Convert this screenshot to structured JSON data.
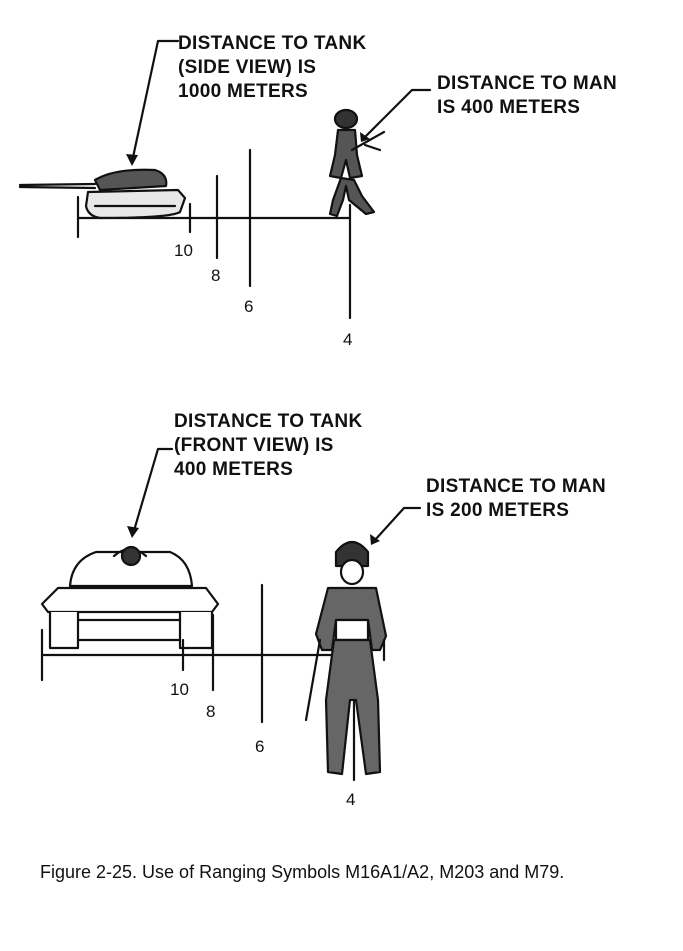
{
  "colors": {
    "ink": "#111111",
    "paper": "#ffffff",
    "shade": "#555555"
  },
  "top_panel": {
    "tank_callout": [
      "DISTANCE TO TANK",
      "(SIDE VIEW) IS",
      "1000 METERS"
    ],
    "man_callout": [
      "DISTANCE TO MAN",
      "IS 400 METERS"
    ],
    "ticks": [
      "10",
      "8",
      "6",
      "4"
    ]
  },
  "bottom_panel": {
    "tank_callout": [
      "DISTANCE TO TANK",
      "(FRONT VIEW) IS",
      "400 METERS"
    ],
    "man_callout": [
      "DISTANCE TO MAN",
      "IS 200 METERS"
    ],
    "ticks": [
      "10",
      "8",
      "6",
      "4"
    ]
  },
  "caption": "Figure 2-25.  Use of Ranging Symbols M16A1/A2, M203 and M79."
}
